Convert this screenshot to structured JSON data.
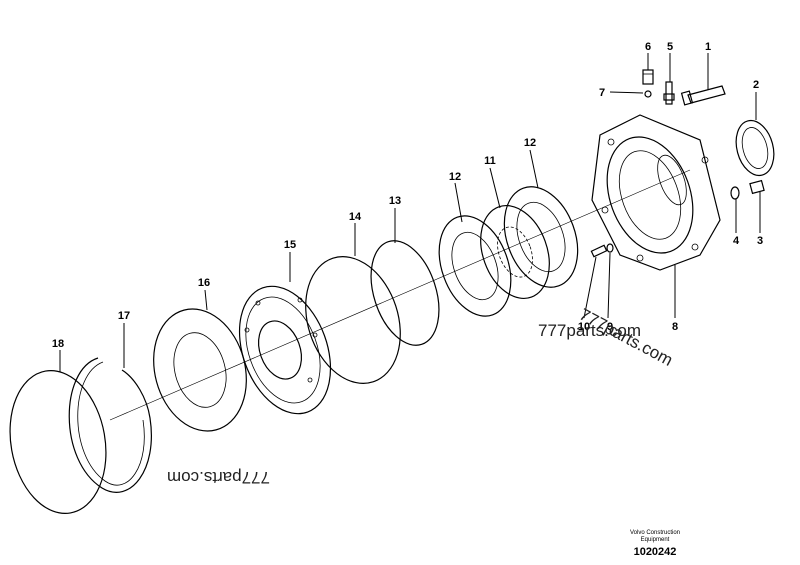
{
  "callouts": [
    {
      "id": "c1",
      "text": "1"
    },
    {
      "id": "c2",
      "text": "2"
    },
    {
      "id": "c3",
      "text": "3"
    },
    {
      "id": "c4",
      "text": "4"
    },
    {
      "id": "c5",
      "text": "5"
    },
    {
      "id": "c6",
      "text": "6"
    },
    {
      "id": "c7",
      "text": "7"
    },
    {
      "id": "c8",
      "text": "8"
    },
    {
      "id": "c9",
      "text": "9"
    },
    {
      "id": "c10",
      "text": "10"
    },
    {
      "id": "c11",
      "text": "11"
    },
    {
      "id": "c12a",
      "text": "12"
    },
    {
      "id": "c12b",
      "text": "12"
    },
    {
      "id": "c13",
      "text": "13"
    },
    {
      "id": "c14",
      "text": "14"
    },
    {
      "id": "c15",
      "text": "15"
    },
    {
      "id": "c16",
      "text": "16"
    },
    {
      "id": "c17",
      "text": "17"
    },
    {
      "id": "c18",
      "text": "18"
    }
  ],
  "watermarks": [
    "777parts.com",
    "777parts.com",
    "777parts.com"
  ],
  "footer": {
    "brand_line1": "Volvo Construction",
    "brand_line2": "Equipment",
    "drawing_number": "1020242"
  }
}
